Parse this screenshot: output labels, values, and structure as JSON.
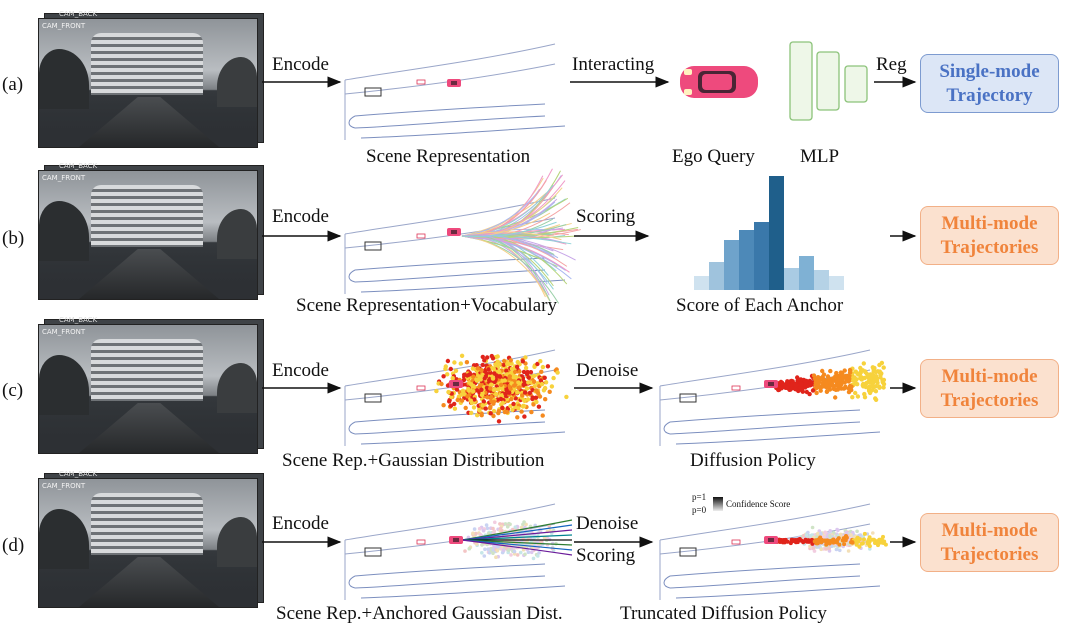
{
  "rows": [
    {
      "id": "a",
      "label": "(a)"
    },
    {
      "id": "b",
      "label": "(b)"
    },
    {
      "id": "c",
      "label": "(c)"
    },
    {
      "id": "d",
      "label": "(d)"
    }
  ],
  "camera": {
    "back_label": "CAM_BACK",
    "front_label": "CAM_FRONT"
  },
  "edges": {
    "encode": "Encode",
    "interacting": "Interacting",
    "reg": "Reg",
    "scoring": "Scoring",
    "denoise": "Denoise"
  },
  "captions": {
    "scene_rep": "Scene Representation",
    "ego_query": "Ego Query",
    "mlp": "MLP",
    "scene_rep_vocab": "Scene Representation+Vocabulary",
    "score_each_anchor": "Score of Each Anchor",
    "scene_rep_gauss": "Scene Rep.+Gaussian Distribution",
    "diffusion_policy": "Diffusion Policy",
    "scene_rep_anchored": "Scene Rep.+Anchored Gaussian Dist.",
    "truncated_diffusion": "Truncated Diffusion Policy"
  },
  "outputs": {
    "single": [
      "Single-mode",
      "Trajectory"
    ],
    "multi": [
      "Multi-mode",
      "Trajectories"
    ]
  },
  "confidence": {
    "p1": "p=1",
    "p0": "p=0",
    "label": "Confidence Score"
  },
  "colors": {
    "blue_box": "#dce6f6",
    "blue_text": "#4a72c4",
    "orange_box": "#fbe1cf",
    "orange_text": "#f0843c",
    "mlp_green": "#8cc37a",
    "ego_car": "#ee4a7d",
    "bar_dark": "#1f5f8b",
    "bar_light": "#b9d4e6"
  }
}
